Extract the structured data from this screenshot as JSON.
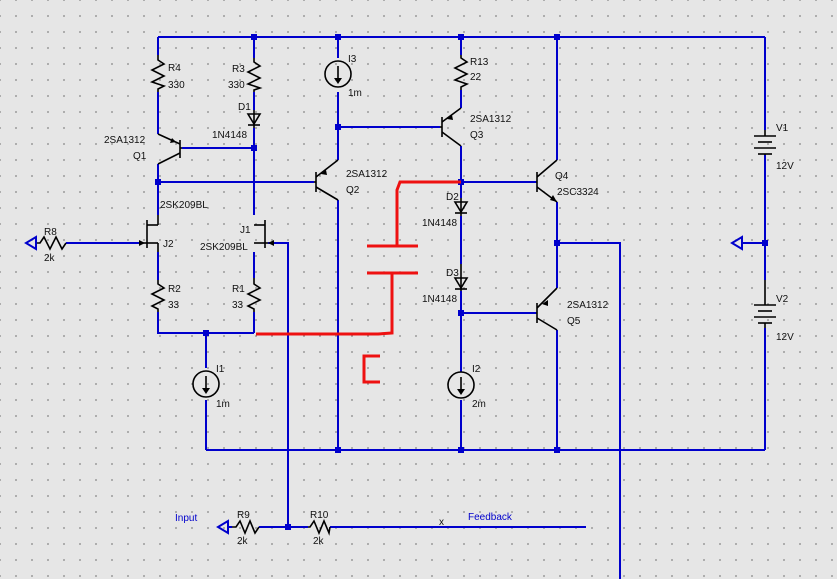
{
  "components": {
    "R4": {
      "name": "R4",
      "value": "330"
    },
    "R3": {
      "name": "R3",
      "value": "330"
    },
    "R13": {
      "name": "R13",
      "value": "22"
    },
    "R8": {
      "name": "R8",
      "value": "2k"
    },
    "R2": {
      "name": "R2",
      "value": "33"
    },
    "R1": {
      "name": "R1",
      "value": "33"
    },
    "R9": {
      "name": "R9",
      "value": "2k"
    },
    "R10": {
      "name": "R10",
      "value": "2k"
    },
    "D1": {
      "name": "D1",
      "value": "1N4148"
    },
    "D2": {
      "name": "D2",
      "value": "1N4148"
    },
    "D3": {
      "name": "D3",
      "value": "1N4148"
    },
    "Q1": {
      "name": "Q1",
      "value": "2SA1312"
    },
    "Q2": {
      "name": "Q2",
      "value": "2SA1312"
    },
    "Q3": {
      "name": "Q3",
      "value": "2SA1312"
    },
    "Q4": {
      "name": "Q4",
      "value": "2SC3324"
    },
    "Q5": {
      "name": "Q5",
      "value": "2SA1312"
    },
    "J1": {
      "name": "J1",
      "value": "2SK209BL"
    },
    "J2": {
      "name": "J2",
      "value": "2SK209BL"
    },
    "I1": {
      "name": "I1",
      "value": "1m"
    },
    "I2": {
      "name": "I2",
      "value": "2m"
    },
    "I3": {
      "name": "I3",
      "value": "1m"
    },
    "V1": {
      "name": "V1",
      "value": "12V"
    },
    "V2": {
      "name": "V2",
      "value": "12V"
    }
  },
  "nets": {
    "input": "Input",
    "feedback": "Feedback",
    "x": "x"
  },
  "colors": {
    "wire": "#0000cc",
    "component": "#000000",
    "annotation": "#ee1111",
    "background": "#e6e6e6",
    "grid": "#7a7a7a"
  }
}
